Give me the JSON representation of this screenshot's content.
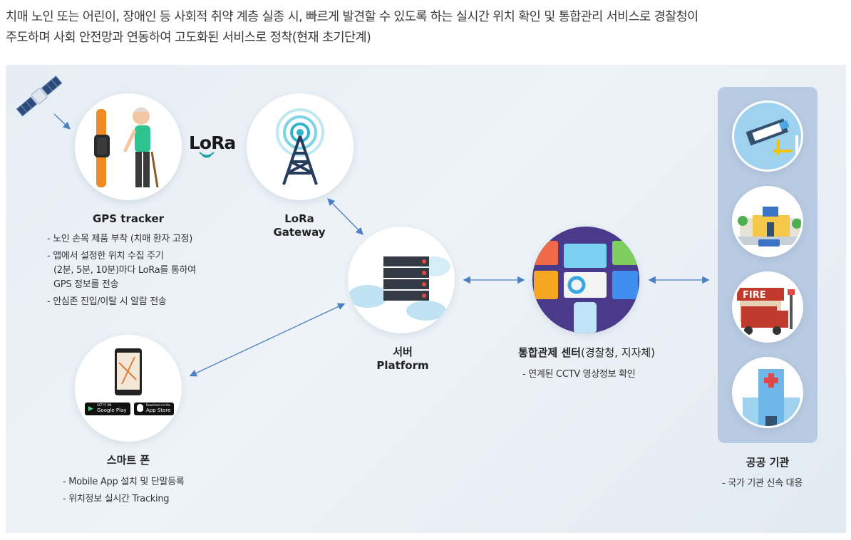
{
  "intro": {
    "line1": "치매 노인 또는 어린이, 장애인 등 사회적 취약 계층 실종 시, 빠르게 발견할 수 있도록 하는 실시간 위치 확인 및 통합관리 서비스로 경찰청이",
    "line2": "주도하며 사회 안전망과 연동하여 고도화된 서비스로 정착(현재 초기단계)"
  },
  "lora_logo": "LoRa",
  "gps": {
    "title": "GPS tracker",
    "items": [
      "- 노인 손목 제품 부착 (치매 환자 고정)",
      "- 앱에서 설정한 위치 수집 주기",
      "(2분, 5분, 10분)마다 LoRa를 통하여",
      "GPS 정보를 전송",
      "- 안심존 진입/이탈 시 알람 전송"
    ]
  },
  "gateway": {
    "title_line1": "LoRa",
    "title_line2": "Gateway"
  },
  "server": {
    "title_line1": "서버",
    "title_line2": "Platform"
  },
  "control": {
    "title": "통합관제 센터",
    "title_sub": "(경찰청, 지자체)",
    "items": [
      "- 연계된 CCTV 영상정보 확인"
    ]
  },
  "phone": {
    "title": "스마트 폰",
    "items": [
      "- Mobile App 설치 및 단말등록",
      "- 위치정보 실시간 Tracking"
    ],
    "google_play_small": "GET IT ON",
    "google_play": "Google Play",
    "app_store_small": "Download on the",
    "app_store": "App Store"
  },
  "public": {
    "title": "공공 기관",
    "items": [
      "- 국가 기관 신속 대응"
    ],
    "fire_sign": "FIRE"
  },
  "colors": {
    "arrow": "#4a7fc1",
    "panel_bg": "#e8eef5",
    "public_box": "#b9cbe2",
    "control_circle": "#4a3a8c"
  }
}
